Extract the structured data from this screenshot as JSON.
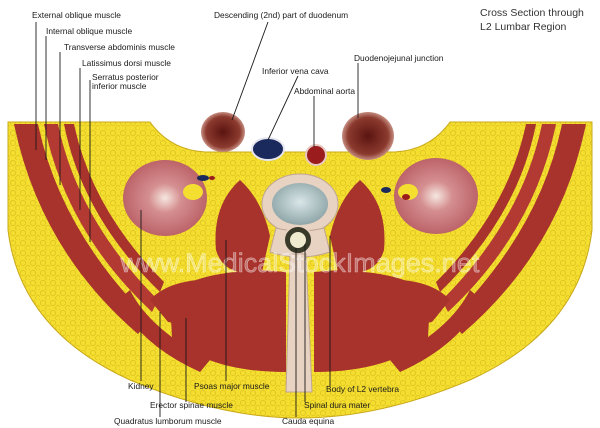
{
  "title": {
    "line1": "Cross Section through",
    "line2": "L2 Lumbar Region"
  },
  "labels": {
    "external_oblique": "External oblique muscle",
    "internal_oblique": "Internal oblique muscle",
    "transverse_abdominis": "Transverse abdominis muscle",
    "latissimus_dorsi": "Latissimus dorsi muscle",
    "serratus_posterior": "Serratus posterior",
    "serratus_posterior_line2": "inferior muscle",
    "duodenum": "Descending (2nd) part of duodenum",
    "inferior_vena_cava": "Inferior vena cava",
    "abdominal_aorta": "Abdominal aorta",
    "duodenojejunal_junction": "Duodenojejunal junction",
    "kidney": "Kidney",
    "psoas_major": "Psoas major muscle",
    "erector_spinae": "Erector spinae muscle",
    "quadratus_lumborum": "Quadratus lumborum muscle",
    "body_l2": "Body of L2 vertebra",
    "spinal_dura": "Spinal dura mater",
    "cauda_equina": "Cauda equina"
  },
  "watermark": "www.MedicalStockImages.net",
  "colors": {
    "fat": "#f2dc2a",
    "muscle": "#a8322c",
    "bone": "#e8d2c2",
    "kidney": "#c9747a",
    "ivc": "#1b2a5c",
    "aorta": "#9b1c1c"
  }
}
